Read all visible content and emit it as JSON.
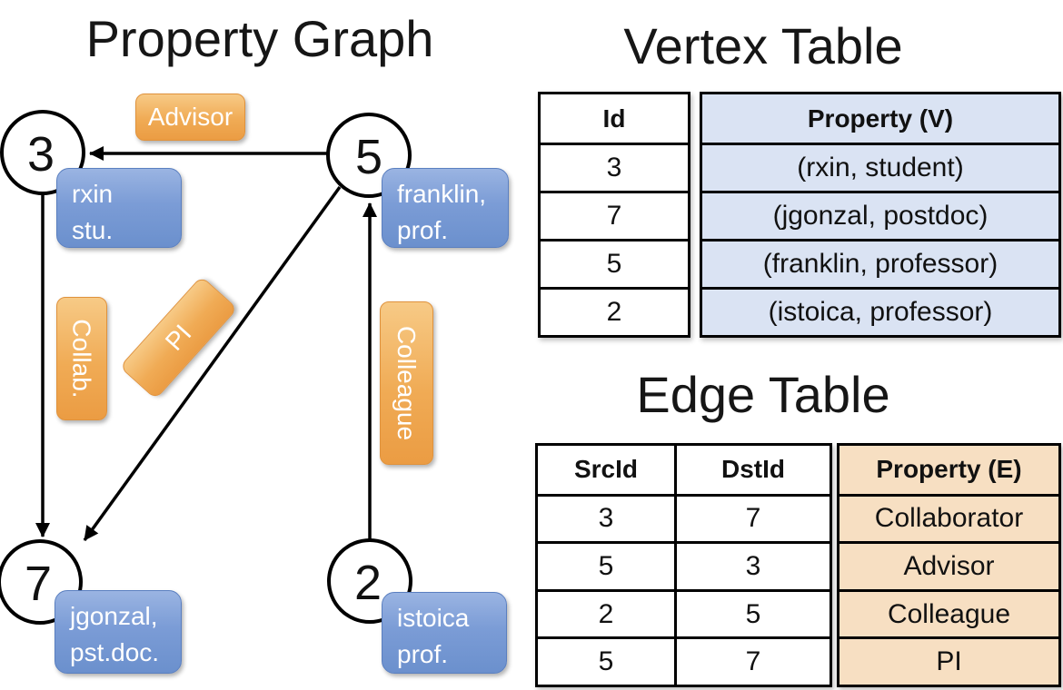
{
  "graph": {
    "title": "Property Graph",
    "nodes": [
      {
        "id": "3",
        "label_lines": [
          "rxin",
          "stu."
        ]
      },
      {
        "id": "5",
        "label_lines": [
          "franklin,",
          "prof."
        ]
      },
      {
        "id": "7",
        "label_lines": [
          "jgonzal,",
          "pst.doc."
        ]
      },
      {
        "id": "2",
        "label_lines": [
          "istoica",
          "prof."
        ]
      }
    ],
    "edge_labels": [
      "Advisor",
      "Collab.",
      "PI",
      "Colleague"
    ]
  },
  "vertex_table": {
    "title": "Vertex Table",
    "columns": [
      "Id",
      "Property (V)"
    ],
    "rows": [
      [
        "3",
        "(rxin, student)"
      ],
      [
        "7",
        "(jgonzal, postdoc)"
      ],
      [
        "5",
        "(franklin, professor)"
      ],
      [
        "2",
        "(istoica, professor)"
      ]
    ]
  },
  "edge_table": {
    "title": "Edge Table",
    "columns": [
      "SrcId",
      "DstId",
      "Property (E)"
    ],
    "rows": [
      [
        "3",
        "7",
        "Collaborator"
      ],
      [
        "5",
        "3",
        "Advisor"
      ],
      [
        "2",
        "5",
        "Colleague"
      ],
      [
        "5",
        "7",
        "PI"
      ]
    ]
  },
  "colors": {
    "edge_label_orange": "#F0AB55",
    "vertex_label_blue": "#7B9CD6",
    "vertex_property_column_bg": "#DAE3F3",
    "edge_property_column_bg": "#F7DFC2",
    "line_black": "#000000"
  }
}
